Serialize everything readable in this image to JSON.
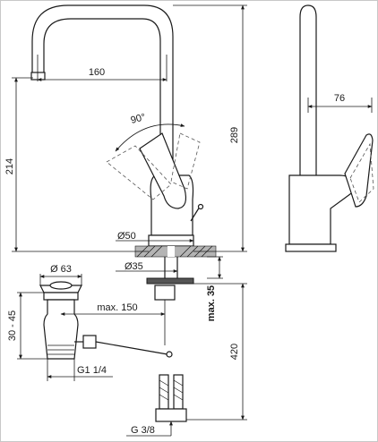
{
  "dimensions": {
    "spout_reach": "160",
    "lever_angle": "90°",
    "spout_height": "214",
    "total_height": "289",
    "side_depth": "76",
    "base_diameter": "Ø50",
    "shank_diameter": "Ø35",
    "max_deck_thickness": "max. 35",
    "waste_diameter": "Ø 63",
    "pop_up_rod_length": "max. 150",
    "waste_height": "30 - 45",
    "waste_thread": "G1 1/4",
    "supply_length": "420",
    "supply_thread": "G 3/8"
  },
  "colors": {
    "line": "#1a1a1a",
    "surface": "#b4b4b4",
    "dark_part": "#555555"
  }
}
